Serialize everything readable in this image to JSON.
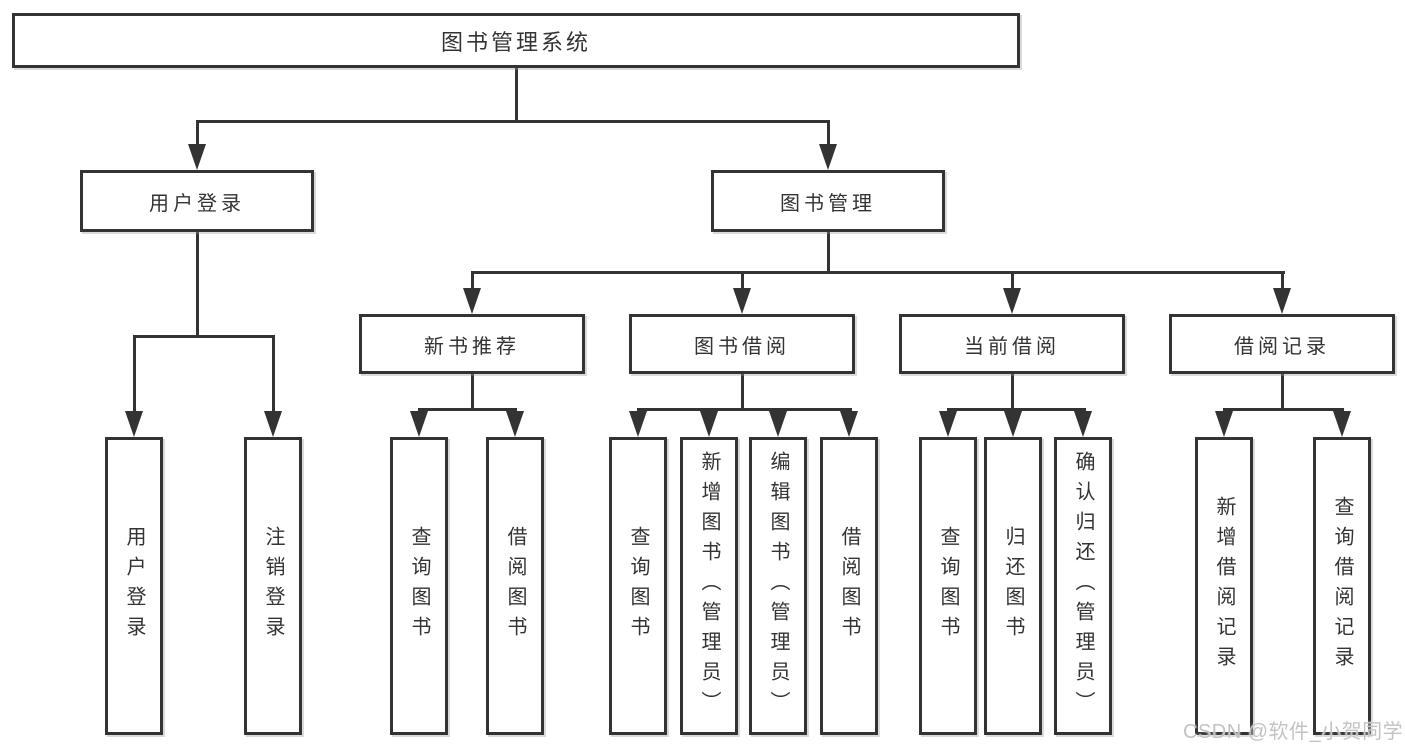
{
  "diagram": {
    "root": {
      "label": "图书管理系统"
    },
    "level2": [
      {
        "label": "用户登录",
        "children": [
          {
            "label": "用户登录"
          },
          {
            "label": "注销登录"
          }
        ]
      },
      {
        "label": "图书管理",
        "groups": [
          {
            "label": "新书推荐",
            "children": [
              {
                "label": "查询图书"
              },
              {
                "label": "借阅图书"
              }
            ]
          },
          {
            "label": "图书借阅",
            "children": [
              {
                "label": "查询图书"
              },
              {
                "label": "新增图书（管理员）"
              },
              {
                "label": "编辑图书（管理员）"
              },
              {
                "label": "借阅图书"
              }
            ]
          },
          {
            "label": "当前借阅",
            "children": [
              {
                "label": "查询图书"
              },
              {
                "label": "归还图书"
              },
              {
                "label": "确认归还（管理员）"
              }
            ]
          },
          {
            "label": "借阅记录",
            "children": [
              {
                "label": "新增借阅记录"
              },
              {
                "label": "查询借阅记录"
              }
            ]
          }
        ]
      }
    ]
  },
  "watermark": {
    "text": "CSDN @软件_小贺同学"
  },
  "colors": {
    "background": "#ffffff",
    "line": "#333333",
    "box_border": "#333333",
    "text": "#333333",
    "watermark": "#c3c3c3"
  }
}
